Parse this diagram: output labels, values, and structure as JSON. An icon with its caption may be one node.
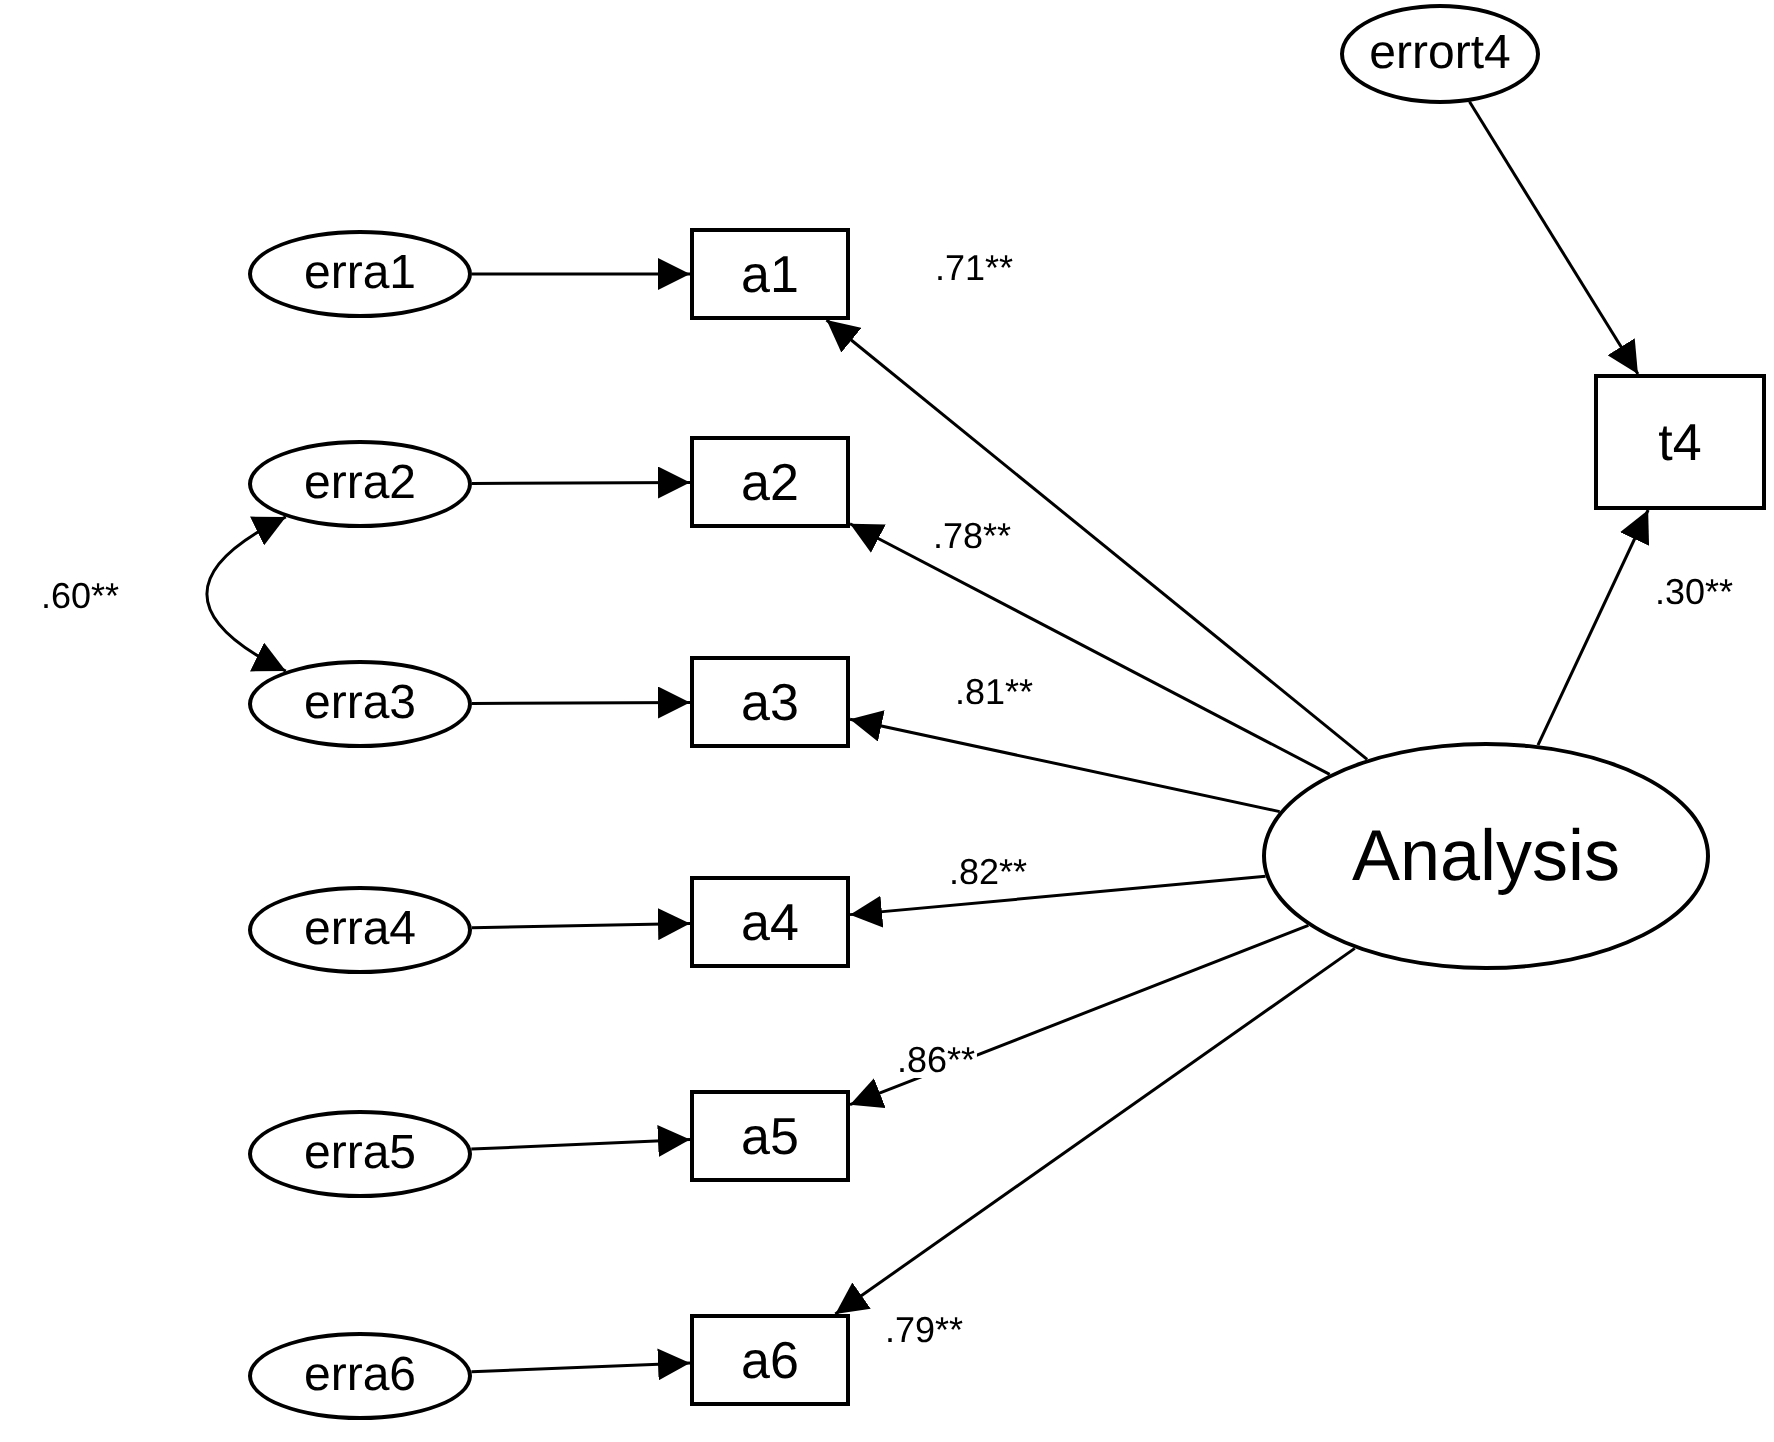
{
  "diagram": {
    "nodes": [
      {
        "text": [
          "errort4"
        ]
      },
      {
        "text": [
          "erra1"
        ]
      },
      {
        "text": [
          "a1"
        ]
      },
      {
        "text": [
          "t4"
        ]
      },
      {
        "text": [
          "erra2"
        ]
      },
      {
        "text": [
          "a2"
        ]
      },
      {
        "text": [
          "erra3"
        ]
      },
      {
        "text": [
          "a3"
        ]
      },
      {
        "text": [
          "Analysis"
        ]
      },
      {
        "text": [
          "erra4"
        ]
      },
      {
        "text": [
          "a4"
        ]
      },
      {
        "text": [
          "erra5"
        ]
      },
      {
        "text": [
          "a5"
        ]
      },
      {
        "text": [
          "erra6"
        ]
      },
      {
        "text": [
          "a6"
        ]
      }
    ],
    "edges": [
      {
        "from": 0,
        "to": 3,
        "arrow": "to"
      },
      {
        "from": 1,
        "to": 2,
        "arrow": "to"
      },
      {
        "from": 4,
        "to": 5,
        "arrow": "to"
      },
      {
        "from": 6,
        "to": 7,
        "arrow": "to"
      },
      {
        "from": 9,
        "to": 10,
        "arrow": "to"
      },
      {
        "from": 11,
        "to": 12,
        "arrow": "to"
      },
      {
        "from": 13,
        "to": 14,
        "arrow": "to"
      },
      {
        "from": 4,
        "to": 6,
        "arrow": "both",
        "label": ".60**"
      },
      {
        "from": 8,
        "to": 2,
        "arrow": "to",
        "label": ".71**"
      },
      {
        "from": 8,
        "to": 5,
        "arrow": "to",
        "label": ".78**"
      },
      {
        "from": 8,
        "to": 7,
        "arrow": "to",
        "label": ".81**"
      },
      {
        "from": 8,
        "to": 10,
        "arrow": "to",
        "label": ".82**"
      },
      {
        "from": 8,
        "to": 12,
        "arrow": "to",
        "label": ".86**"
      },
      {
        "from": 8,
        "to": 14,
        "arrow": "to",
        "label": ".79**"
      },
      {
        "from": 8,
        "to": 3,
        "arrow": "to",
        "label": ".30**"
      }
    ]
  }
}
